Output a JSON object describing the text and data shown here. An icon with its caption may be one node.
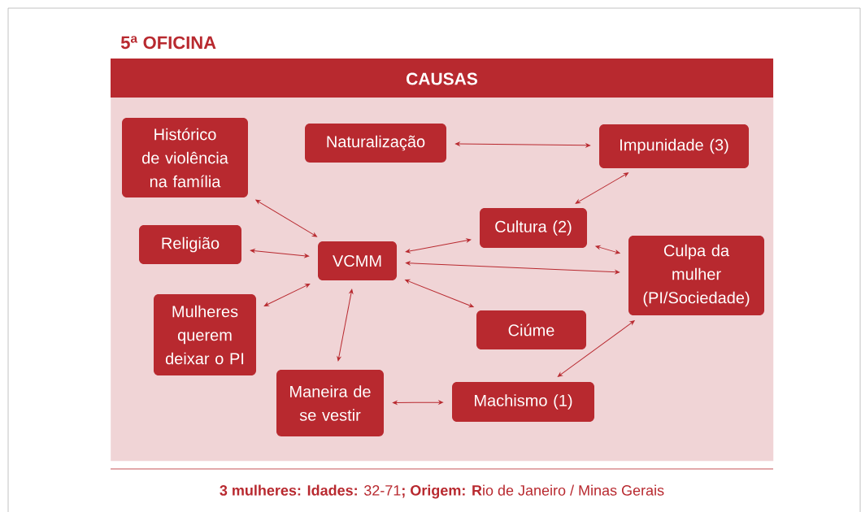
{
  "diagram": {
    "title": "5$^{a}$ OFICINA",
    "caption": "**3 mulheres: Idades:** 32-71**; Origem: R**io de Janeiro / Minas Gerais",
    "nodes": [
      {
        "text": [
          "CAUSAS"
        ]
      },
      {
        "text": [
          "Histórico de violência na família"
        ],
        "in": 0
      },
      {
        "text": [
          "Naturalização"
        ],
        "in": 0
      },
      {
        "text": [
          "Impunidade (3)"
        ],
        "in": 0
      },
      {
        "text": [
          "Religião"
        ],
        "in": 0
      },
      {
        "text": [
          "VCMM"
        ],
        "in": 0
      },
      {
        "text": [
          "Cultura (2)"
        ],
        "in": 0
      },
      {
        "text": [
          "Culpa da mulher (PI/Sociedade)"
        ],
        "in": 0
      },
      {
        "text": [
          "Mulheres querem deixar o PI"
        ],
        "in": 0
      },
      {
        "text": [
          "Ciúme"
        ],
        "in": 0
      },
      {
        "text": [
          "Maneira de se vestir"
        ],
        "in": 0
      },
      {
        "text": [
          "Machismo (1)"
        ],
        "in": 0
      }
    ],
    "edges": [
      {
        "from": 1,
        "to": 5,
        "arrow": "both"
      },
      {
        "from": 2,
        "to": 3,
        "arrow": "both"
      },
      {
        "from": 6,
        "to": 3,
        "arrow": "both"
      },
      {
        "from": 4,
        "to": 5,
        "arrow": "both"
      },
      {
        "from": 5,
        "to": 6,
        "arrow": "both"
      },
      {
        "from": 6,
        "to": 7,
        "arrow": "both"
      },
      {
        "from": 5,
        "to": 7,
        "arrow": "both"
      },
      {
        "from": 8,
        "to": 5,
        "arrow": "both"
      },
      {
        "from": 5,
        "to": 9,
        "arrow": "both"
      },
      {
        "from": 5,
        "to": 10,
        "arrow": "both"
      },
      {
        "from": 10,
        "to": 11,
        "arrow": "both"
      },
      {
        "from": 11,
        "to": 7,
        "arrow": "both"
      }
    ]
  }
}
